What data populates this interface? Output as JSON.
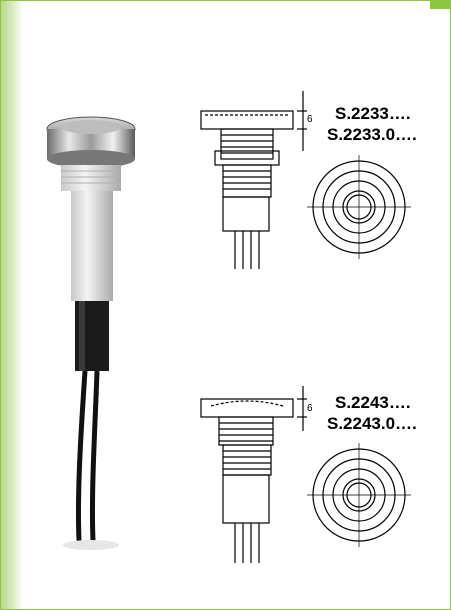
{
  "models": [
    {
      "codes": [
        "S.2233….",
        "S.2233.0…."
      ],
      "dimension": "6"
    },
    {
      "codes": [
        "S.2243….",
        "S.2243.0…."
      ],
      "dimension": "6"
    }
  ],
  "colors": {
    "accent": "#8cc63f"
  }
}
